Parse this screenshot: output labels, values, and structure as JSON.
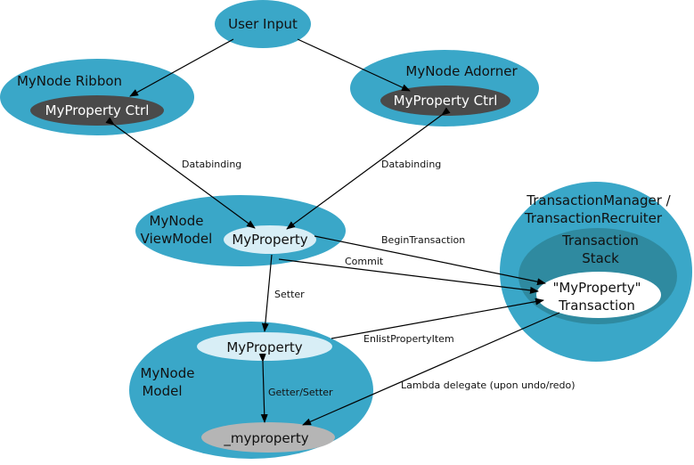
{
  "colors": {
    "node_blue": "#3aa7c8",
    "node_dark_teal": "#2f8aa0",
    "ctrl_dark": "#4a4a4a",
    "property_light": "#d8eef6",
    "field_gray": "#b5b5b5",
    "white": "#ffffff",
    "arrow": "#000000"
  },
  "nodes": {
    "user_input": "User Input",
    "ribbon": {
      "title": "MyNode Ribbon",
      "ctrl": "MyProperty Ctrl"
    },
    "adorner": {
      "title": "MyNode Adorner",
      "ctrl": "MyProperty Ctrl"
    },
    "viewmodel": {
      "title_line1": "MyNode",
      "title_line2": "ViewModel",
      "property": "MyProperty"
    },
    "model": {
      "title_line1": "MyNode",
      "title_line2": "Model",
      "property": "MyProperty",
      "field": "_myproperty"
    },
    "transaction_manager": {
      "title_line1": "TransactionManager /",
      "title_line2": "TransactionRecruiter",
      "stack_line1": "Transaction",
      "stack_line2": "Stack",
      "item_line1": "\"MyProperty\"",
      "item_line2": "Transaction"
    }
  },
  "edges": {
    "databinding_left": "Databinding",
    "databinding_right": "Databinding",
    "begin_transaction": "BeginTransaction",
    "commit": "Commit",
    "setter": "Setter",
    "enlist": "EnlistPropertyItem",
    "getter_setter": "Getter/Setter",
    "lambda": "Lambda delegate (upon undo/redo)"
  }
}
